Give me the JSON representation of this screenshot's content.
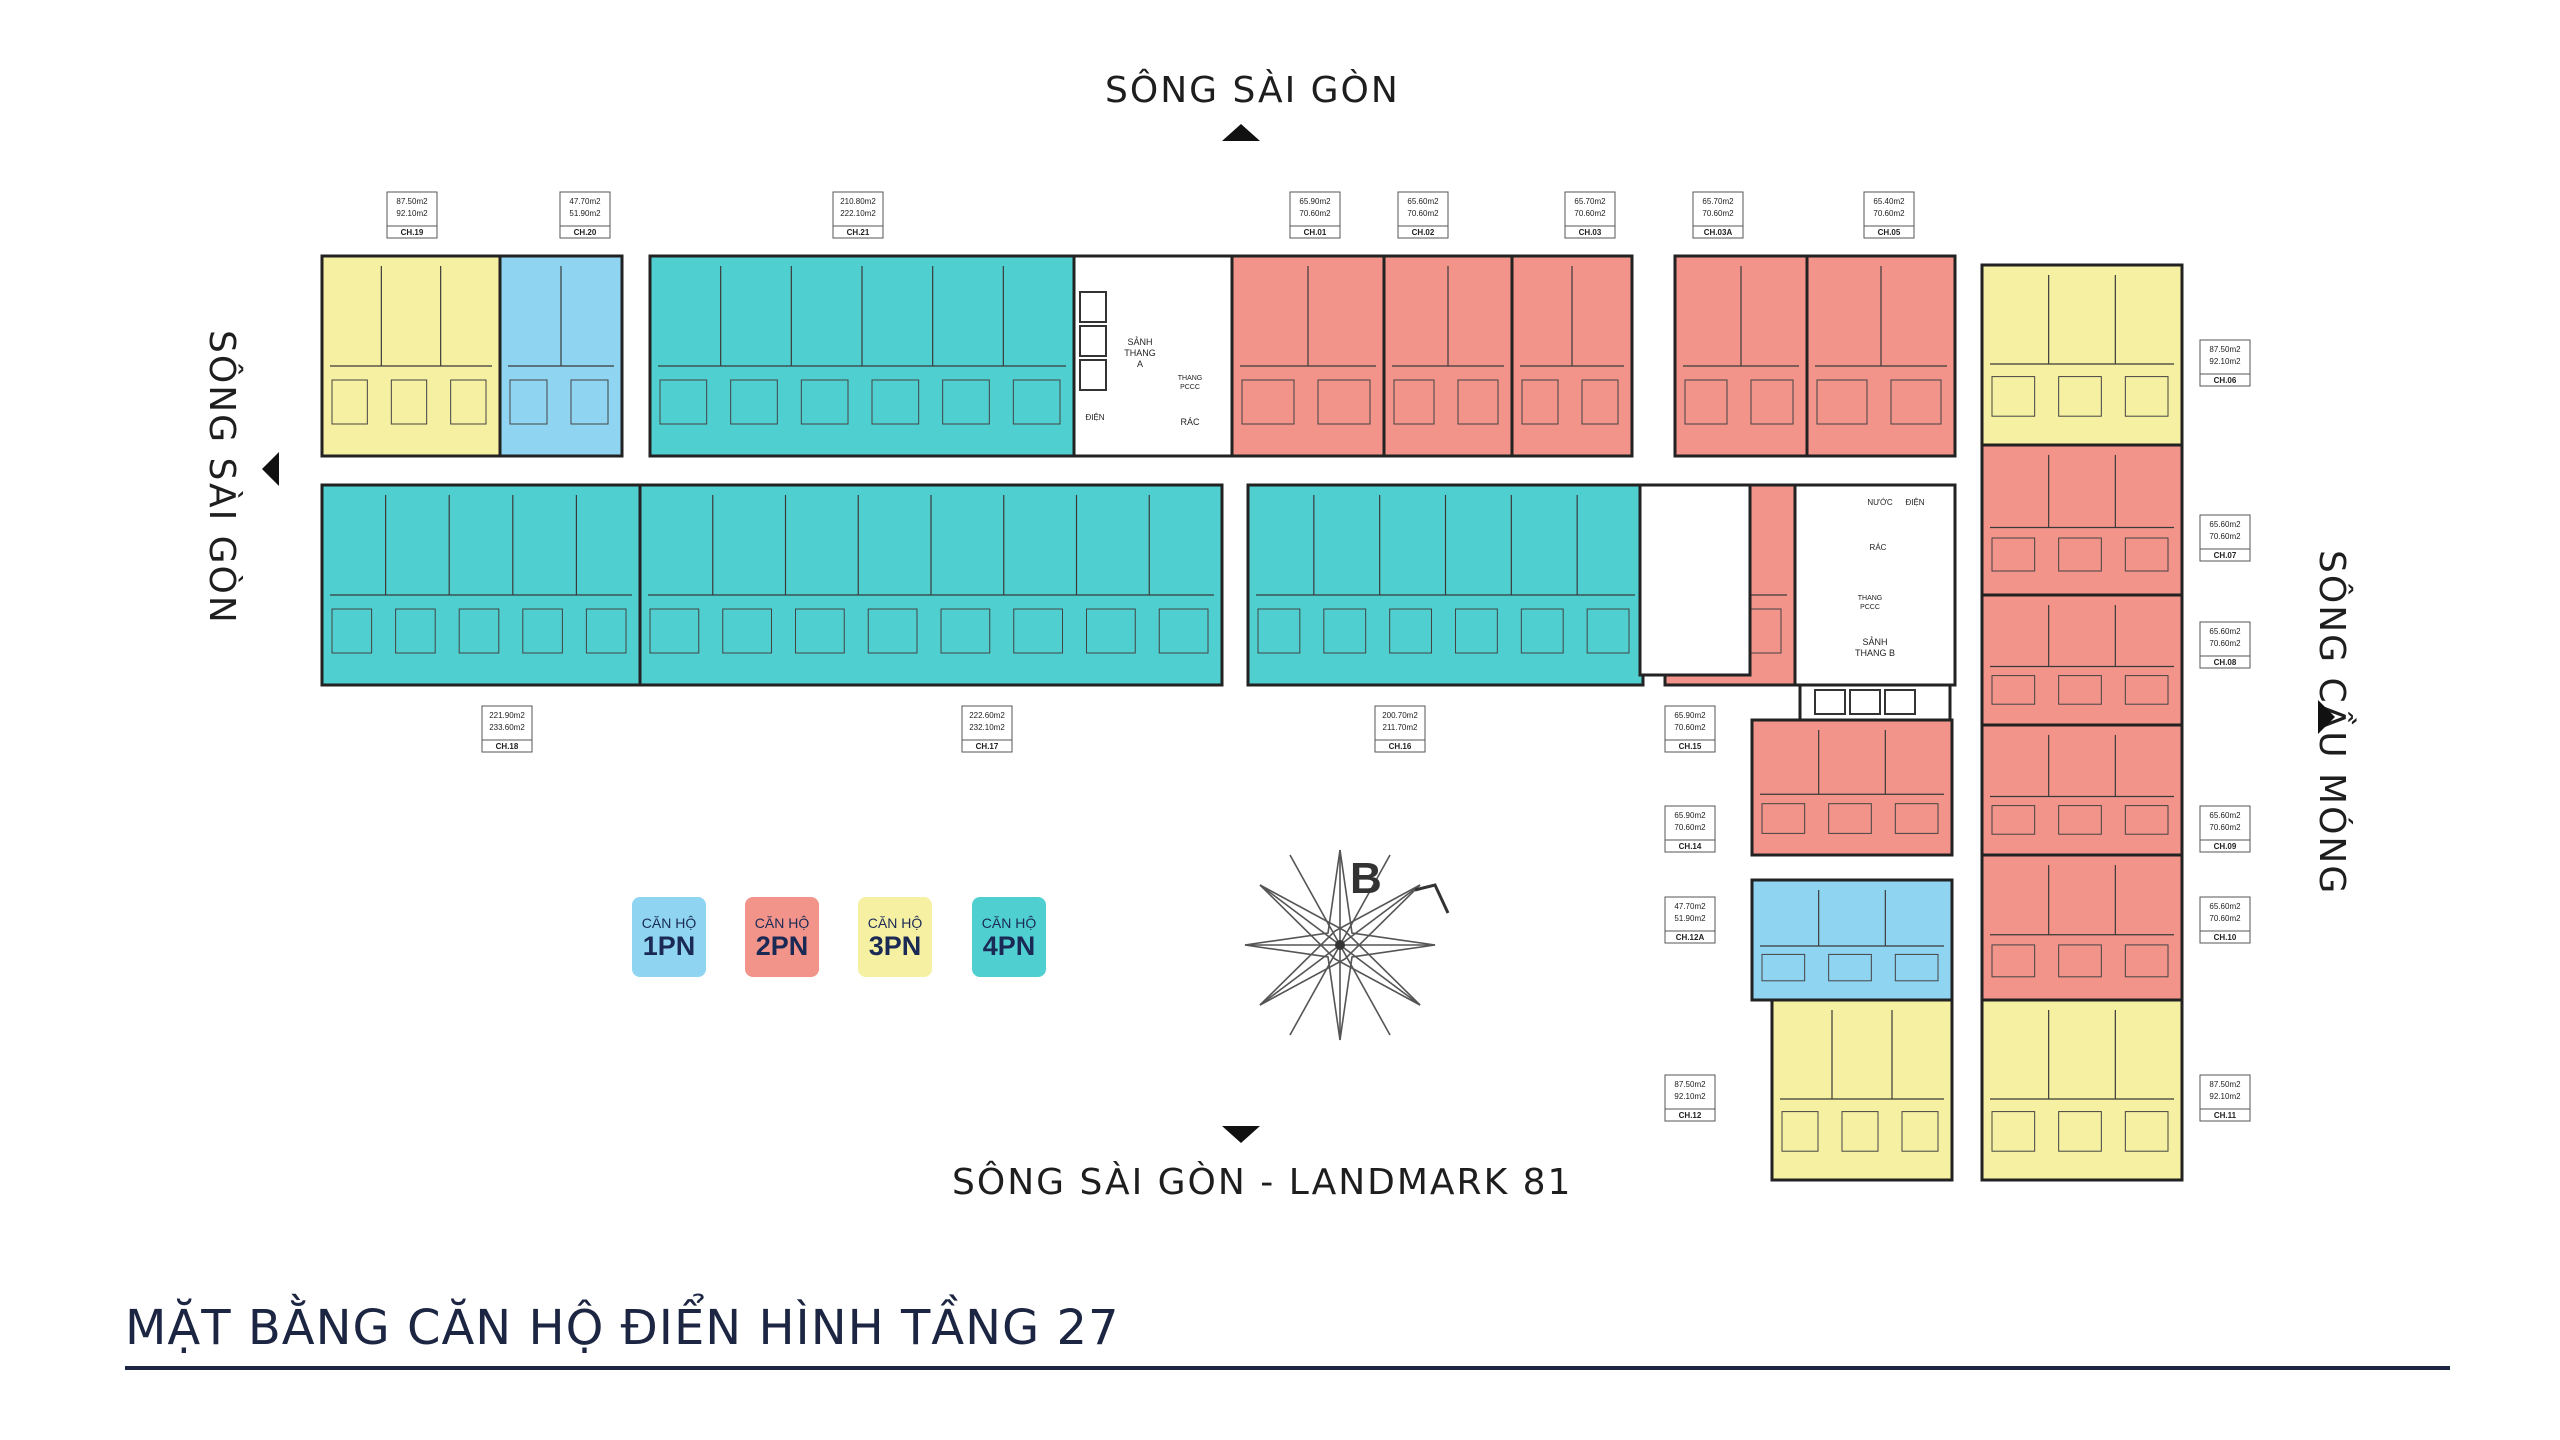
{
  "directions": {
    "top": "SÔNG SÀI GÒN",
    "bottom": "SÔNG SÀI GÒN - LANDMARK 81",
    "left": "SÔNG SÀI GÒN",
    "right": "SÔNG CẦU MÓNG"
  },
  "colors": {
    "1pn": "#8fd5f2",
    "2pn": "#f2948a",
    "3pn": "#f6f0a3",
    "4pn": "#4fcfd0"
  },
  "legend": [
    {
      "line1": "CĂN HỘ",
      "line2": "1PN",
      "type": "1pn"
    },
    {
      "line1": "CĂN HỘ",
      "line2": "2PN",
      "type": "2pn"
    },
    {
      "line1": "CĂN HỘ",
      "line2": "3PN",
      "type": "3pn"
    },
    {
      "line1": "CĂN HỘ",
      "line2": "4PN",
      "type": "4pn"
    }
  ],
  "compass_label": "B",
  "core_labels": {
    "lobby_a": [
      "SẢNH",
      "THANG",
      "A"
    ],
    "lobby_b": [
      "SẢNH",
      "THANG B"
    ],
    "fire_stair_a": [
      "THANG",
      "PCCC"
    ],
    "fire_stair_b": [
      "THANG",
      "PCCC"
    ],
    "trash_a": "RÁC",
    "trash_b": "RÁC",
    "power_a": "ĐIỆN",
    "power_b": "ĐIỆN",
    "water_b": "NƯỚC"
  },
  "units": [
    {
      "id": "CH.19",
      "type": "3pn",
      "area1": "87.50m2",
      "area2": "92.10m2"
    },
    {
      "id": "CH.20",
      "type": "1pn",
      "area1": "47.70m2",
      "area2": "51.90m2"
    },
    {
      "id": "CH.21",
      "type": "4pn",
      "area1": "210.80m2",
      "area2": "222.10m2"
    },
    {
      "id": "CH.01",
      "type": "2pn",
      "area1": "65.90m2",
      "area2": "70.60m2"
    },
    {
      "id": "CH.02",
      "type": "2pn",
      "area1": "65.60m2",
      "area2": "70.60m2"
    },
    {
      "id": "CH.03",
      "type": "2pn",
      "area1": "65.70m2",
      "area2": "70.60m2"
    },
    {
      "id": "CH.03A",
      "type": "2pn",
      "area1": "65.70m2",
      "area2": "70.60m2"
    },
    {
      "id": "CH.05",
      "type": "2pn",
      "area1": "65.40m2",
      "area2": "70.60m2"
    },
    {
      "id": "CH.06",
      "type": "3pn",
      "area1": "87.50m2",
      "area2": "92.10m2"
    },
    {
      "id": "CH.07",
      "type": "2pn",
      "area1": "65.60m2",
      "area2": "70.60m2"
    },
    {
      "id": "CH.08",
      "type": "2pn",
      "area1": "65.60m2",
      "area2": "70.60m2"
    },
    {
      "id": "CH.09",
      "type": "2pn",
      "area1": "65.60m2",
      "area2": "70.60m2"
    },
    {
      "id": "CH.10",
      "type": "2pn",
      "area1": "65.60m2",
      "area2": "70.60m2"
    },
    {
      "id": "CH.11",
      "type": "3pn",
      "area1": "87.50m2",
      "area2": "92.10m2"
    },
    {
      "id": "CH.12",
      "type": "3pn",
      "area1": "87.50m2",
      "area2": "92.10m2"
    },
    {
      "id": "CH.12A",
      "type": "1pn",
      "area1": "47.70m2",
      "area2": "51.90m2"
    },
    {
      "id": "CH.14",
      "type": "2pn",
      "area1": "65.90m2",
      "area2": "70.60m2"
    },
    {
      "id": "CH.15",
      "type": "2pn",
      "area1": "65.90m2",
      "area2": "70.60m2"
    },
    {
      "id": "CH.16",
      "type": "4pn",
      "area1": "200.70m2",
      "area2": "211.70m2"
    },
    {
      "id": "CH.17",
      "type": "4pn",
      "area1": "222.60m2",
      "area2": "232.10m2"
    },
    {
      "id": "CH.18",
      "type": "4pn",
      "area1": "221.90m2",
      "area2": "233.60m2"
    }
  ],
  "title": "MẶT BẰNG CĂN HỘ ĐIỂN HÌNH TẦNG 27"
}
